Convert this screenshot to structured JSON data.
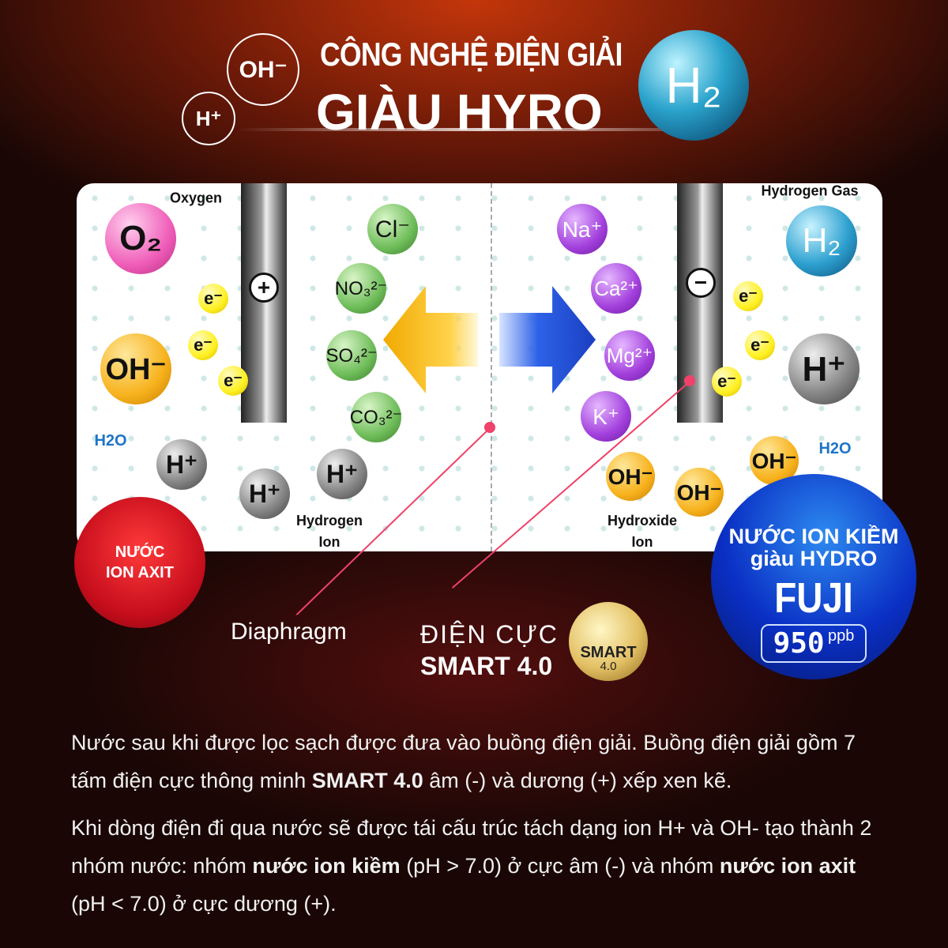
{
  "header": {
    "ion_oh": "OH⁻",
    "ion_h": "H⁺",
    "title_line1": "CÔNG NGHỆ ĐIỆN GIẢI",
    "title_line2": "GIÀU HYRO",
    "h2_logo": "H₂"
  },
  "diagram": {
    "oxygen_label": "Oxygen",
    "hydrogen_gas_label": "Hydrogen Gas",
    "o2": "O₂",
    "oh": "OH⁻",
    "electron": "e⁻",
    "h_plus": "H⁺",
    "h2": "H₂",
    "anions": [
      "Cl⁻",
      "NO₃²⁻",
      "SO₄²⁻",
      "CO₃²⁻"
    ],
    "cations": [
      "Na⁺",
      "Ca²⁺",
      "Mg²⁺",
      "K⁺"
    ],
    "plus_electrode": "+",
    "minus_electrode": "−",
    "h2o": "H2O",
    "hydrogen_ion_label": [
      "Hydrogen",
      "Ion"
    ],
    "hydroxide_ion_label": [
      "Hydroxide",
      "Ion"
    ],
    "diaphragm_label": "Diaphragm",
    "electrode_label_1": "ĐIỆN CỰC",
    "electrode_label_2": "SMART 4.0",
    "badge_smart": "SMART",
    "badge_version": "4.0"
  },
  "acid_badge": {
    "line1": "NƯỚC",
    "line2": "ION AXIT"
  },
  "alkaline_badge": {
    "line1": "NƯỚC ION KIỀM",
    "line2": "giàu HYDRO",
    "brand": "FUJI",
    "value": "950",
    "unit": "ppb"
  },
  "body": {
    "p1_a": "Nước sau khi được lọc sạch được đưa vào buồng điện giải. Buồng điện giải gồm 7 tấm điện cực thông minh ",
    "p1_b": "SMART 4.0",
    "p1_c": " âm (-) và dương (+) xếp xen kẽ.",
    "p2_a": "Khi dòng điện đi qua nước sẽ được tái cấu trúc tách dạng ion H+ và OH- tạo thành 2 nhóm nước: nhóm ",
    "p2_b": "nước ion kiềm",
    "p2_c": " (pH > 7.0) ở cực âm (-) và nhóm ",
    "p2_d": "nước ion axit",
    "p2_e": " (pH < 7.0) ở cực dương (+)."
  }
}
